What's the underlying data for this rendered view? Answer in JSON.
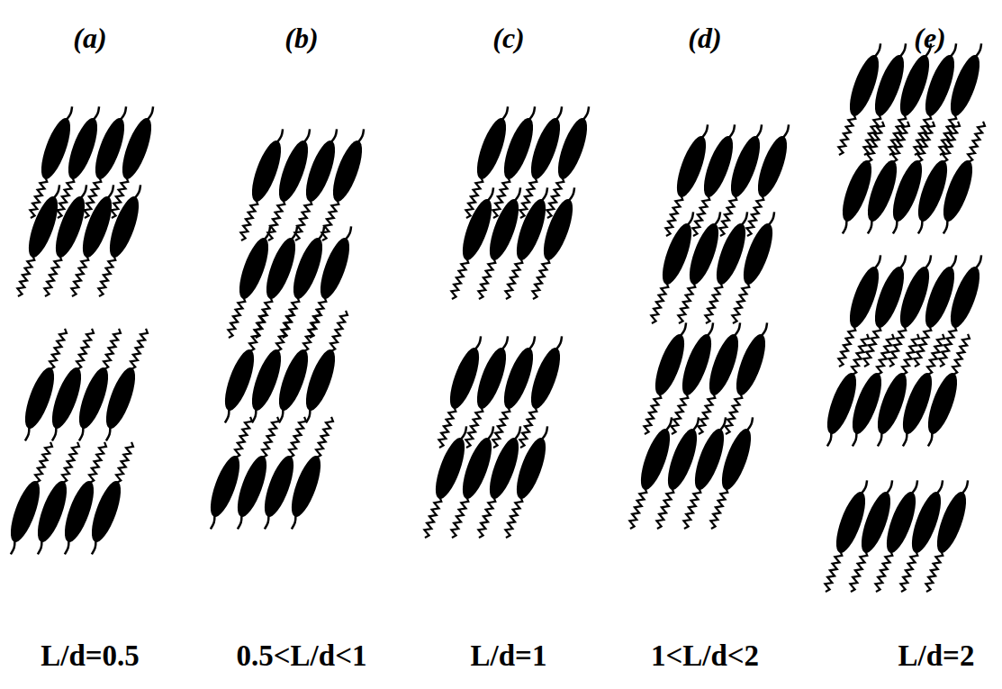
{
  "diagram": {
    "labels": [
      "(a)",
      "(b)",
      "(c)",
      "(d)",
      "(e)",
      "L/d=0.5",
      "0.5<L/d<1",
      "L/d=1",
      "1<L/d<2",
      "L/d=2"
    ]
  }
}
